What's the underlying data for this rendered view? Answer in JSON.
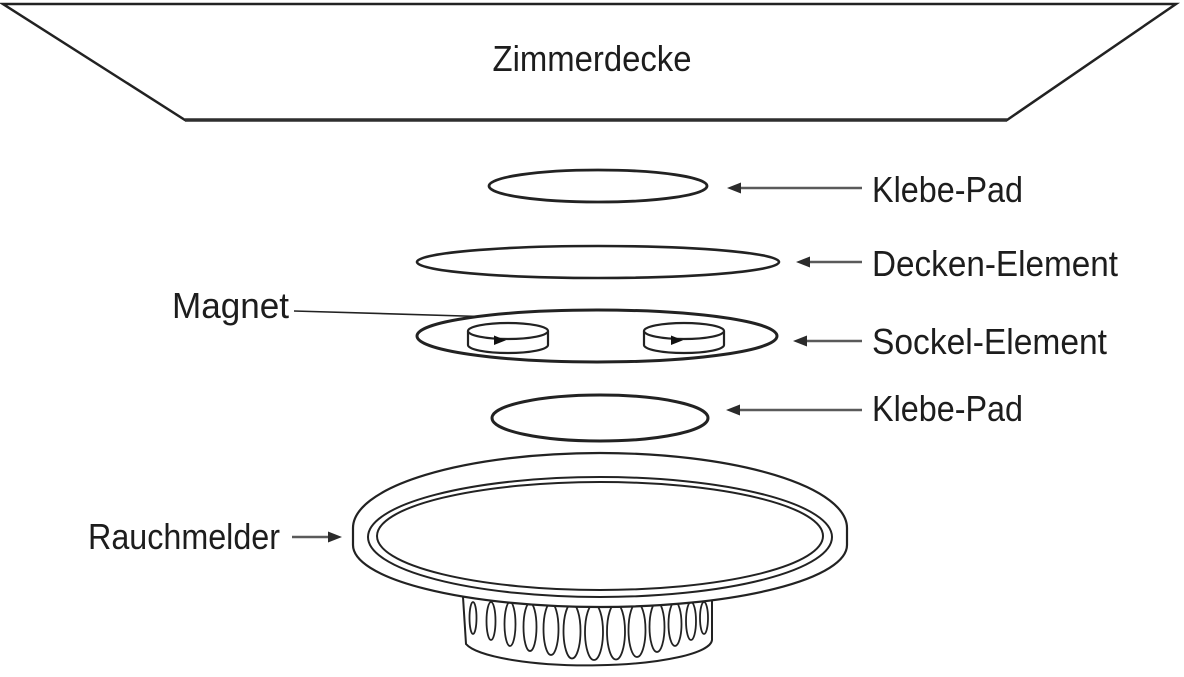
{
  "diagram": {
    "type": "exploded-assembly-diagram",
    "subject": "smoke-detector-magnetic-ceiling-mount",
    "labels": {
      "zimmerdecke": "Zimmerdecke",
      "klebe_pad_top": "Klebe-Pad",
      "decken_element": "Decken-Element",
      "magnet": "Magnet",
      "sockel_element": "Sockel-Element",
      "klebe_pad_bottom": "Klebe-Pad",
      "rauchmelder": "Rauchmelder"
    },
    "colors": {
      "background": "#ffffff",
      "outline": "#222222",
      "arrow_line": "#5a5a5a",
      "arrow_head": "#2b2b2b",
      "text": "#1d1d1d"
    }
  }
}
